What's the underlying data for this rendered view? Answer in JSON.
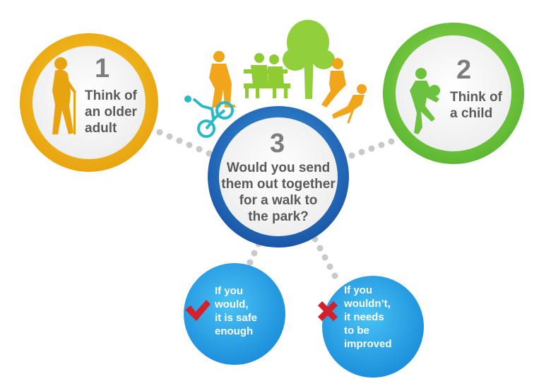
{
  "circle1": {
    "number": "1",
    "lines": [
      "Think of",
      "an older",
      "adult"
    ],
    "color_outer": "#e8a410",
    "color_inner": "#f2c21c"
  },
  "circle2": {
    "number": "2",
    "lines": [
      "Think of",
      "a child"
    ],
    "color_outer": "#6cc23e",
    "color_inner": "#9ad84f"
  },
  "circle3": {
    "number": "3",
    "lines": [
      "Would you send",
      "them out together",
      "for a walk to",
      "the park?"
    ],
    "color_outer": "#1f66b8",
    "color_inner": "#3a97e0"
  },
  "outcome_yes": {
    "lines": [
      "If you",
      "would,",
      "it is safe",
      "enough"
    ],
    "mark": "check-icon",
    "mark_color": "#d42028"
  },
  "outcome_no": {
    "lines": [
      "If you",
      "wouldn’t,",
      "it needs",
      "to be",
      "improved"
    ],
    "mark": "cross-icon",
    "mark_color": "#d42028"
  },
  "connector_color": "#c9c9c9",
  "bubble_color": "#2fa8e8",
  "silhouettes": [
    "older-adult-with-cane-icon",
    "child-playing-ball-icon",
    "person-walking-icon",
    "couple-on-bench-icon",
    "tree-icon",
    "jogger-icon",
    "person-with-crutch-icon",
    "cyclist-icon"
  ]
}
